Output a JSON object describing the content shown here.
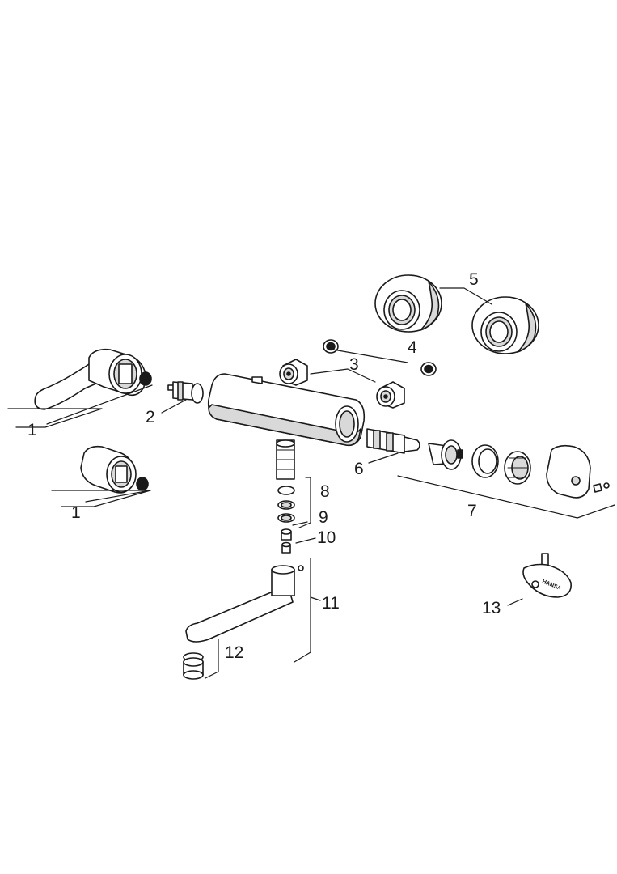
{
  "labels": {
    "l1a": "1",
    "l1b": "1",
    "l2": "2",
    "l3": "3",
    "l4": "4",
    "l5": "5",
    "l6": "6",
    "l7": "7",
    "l8": "8",
    "l9": "9",
    "l10": "10",
    "l11": "11",
    "l12": "12",
    "l13": "13"
  },
  "key_brand": "HANSA"
}
